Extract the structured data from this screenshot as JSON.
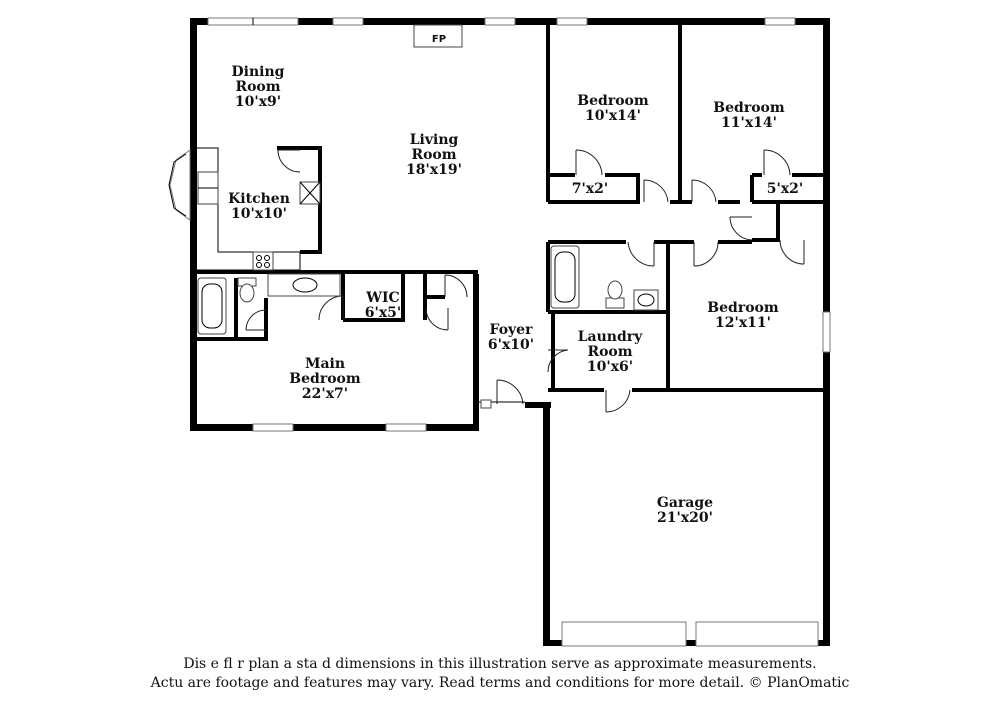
{
  "fireplace_label": "FP",
  "rooms": [
    {
      "id": "dining-room",
      "lines": [
        "Dining",
        "Room",
        "10'x9'"
      ]
    },
    {
      "id": "living-room",
      "lines": [
        "Living",
        "Room",
        "18'x19'"
      ]
    },
    {
      "id": "kitchen",
      "lines": [
        "Kitchen",
        "10'x10'"
      ]
    },
    {
      "id": "bedroom-1",
      "lines": [
        "Bedroom",
        "10'x14'"
      ]
    },
    {
      "id": "bedroom-2",
      "lines": [
        "Bedroom",
        "11'x14'"
      ]
    },
    {
      "id": "closet-1",
      "lines": [
        "7'x2'"
      ]
    },
    {
      "id": "closet-2",
      "lines": [
        "5'x2'"
      ]
    },
    {
      "id": "wic",
      "lines": [
        "WIC",
        "6'x5'"
      ]
    },
    {
      "id": "foyer",
      "lines": [
        "Foyer",
        "6'x10'"
      ]
    },
    {
      "id": "laundry-room",
      "lines": [
        "Laundry",
        "Room",
        "10'x6'"
      ]
    },
    {
      "id": "bedroom-3",
      "lines": [
        "Bedroom",
        "12'x11'"
      ]
    },
    {
      "id": "main-bedroom",
      "lines": [
        "Main",
        "Bedroom",
        "22'x7'"
      ]
    },
    {
      "id": "garage",
      "lines": [
        "Garage",
        "21'x20'"
      ]
    }
  ],
  "disclaimer": {
    "line1": "Dis        e fl  r plan a  sta  d dimensions in this illustration serve as approximate measurements.",
    "line2": "Actu     are footage and features may vary. Read terms and conditions for more detail. © PlanOmatic"
  }
}
